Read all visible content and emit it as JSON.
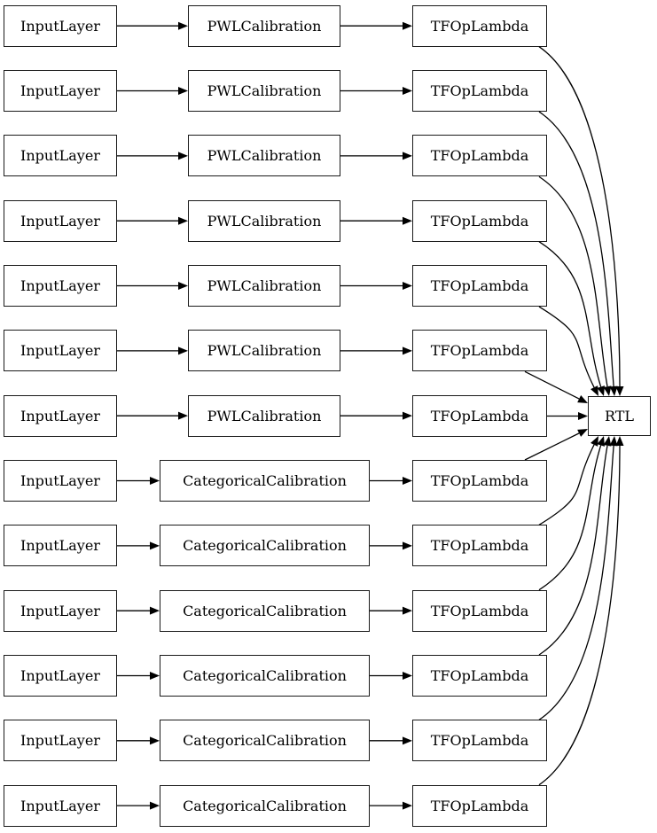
{
  "diagram": {
    "title": "model-graph",
    "colors": {
      "background": "#ffffff",
      "node_fill": "#ffffff",
      "node_border": "#1a1a1a",
      "edge_stroke": "#000000",
      "text": "#000000"
    },
    "nodes": [
      {
        "id": "input-1",
        "label": "InputLayer",
        "col": "input",
        "row": 1
      },
      {
        "id": "pwl-1",
        "label": "PWLCalibration",
        "col": "pwl",
        "row": 1
      },
      {
        "id": "lambda-1",
        "label": "TFOpLambda",
        "col": "lambda",
        "row": 1
      },
      {
        "id": "input-2",
        "label": "InputLayer",
        "col": "input",
        "row": 2
      },
      {
        "id": "pwl-2",
        "label": "PWLCalibration",
        "col": "pwl",
        "row": 2
      },
      {
        "id": "lambda-2",
        "label": "TFOpLambda",
        "col": "lambda",
        "row": 2
      },
      {
        "id": "input-3",
        "label": "InputLayer",
        "col": "input",
        "row": 3
      },
      {
        "id": "pwl-3",
        "label": "PWLCalibration",
        "col": "pwl",
        "row": 3
      },
      {
        "id": "lambda-3",
        "label": "TFOpLambda",
        "col": "lambda",
        "row": 3
      },
      {
        "id": "input-4",
        "label": "InputLayer",
        "col": "input",
        "row": 4
      },
      {
        "id": "pwl-4",
        "label": "PWLCalibration",
        "col": "pwl",
        "row": 4
      },
      {
        "id": "lambda-4",
        "label": "TFOpLambda",
        "col": "lambda",
        "row": 4
      },
      {
        "id": "input-5",
        "label": "InputLayer",
        "col": "input",
        "row": 5
      },
      {
        "id": "pwl-5",
        "label": "PWLCalibration",
        "col": "pwl",
        "row": 5
      },
      {
        "id": "lambda-5",
        "label": "TFOpLambda",
        "col": "lambda",
        "row": 5
      },
      {
        "id": "input-6",
        "label": "InputLayer",
        "col": "input",
        "row": 6
      },
      {
        "id": "pwl-6",
        "label": "PWLCalibration",
        "col": "pwl",
        "row": 6
      },
      {
        "id": "lambda-6",
        "label": "TFOpLambda",
        "col": "lambda",
        "row": 6
      },
      {
        "id": "input-7",
        "label": "InputLayer",
        "col": "input",
        "row": 7
      },
      {
        "id": "pwl-7",
        "label": "PWLCalibration",
        "col": "pwl",
        "row": 7
      },
      {
        "id": "lambda-7",
        "label": "TFOpLambda",
        "col": "lambda",
        "row": 7
      },
      {
        "id": "input-8",
        "label": "InputLayer",
        "col": "input",
        "row": 8
      },
      {
        "id": "cat-8",
        "label": "CategoricalCalibration",
        "col": "cat",
        "row": 8
      },
      {
        "id": "lambda-8",
        "label": "TFOpLambda",
        "col": "lambda",
        "row": 8
      },
      {
        "id": "input-9",
        "label": "InputLayer",
        "col": "input",
        "row": 9
      },
      {
        "id": "cat-9",
        "label": "CategoricalCalibration",
        "col": "cat",
        "row": 9
      },
      {
        "id": "lambda-9",
        "label": "TFOpLambda",
        "col": "lambda",
        "row": 9
      },
      {
        "id": "input-10",
        "label": "InputLayer",
        "col": "input",
        "row": 10
      },
      {
        "id": "cat-10",
        "label": "CategoricalCalibration",
        "col": "cat",
        "row": 10
      },
      {
        "id": "lambda-10",
        "label": "TFOpLambda",
        "col": "lambda",
        "row": 10
      },
      {
        "id": "input-11",
        "label": "InputLayer",
        "col": "input",
        "row": 11
      },
      {
        "id": "cat-11",
        "label": "CategoricalCalibration",
        "col": "cat",
        "row": 11
      },
      {
        "id": "lambda-11",
        "label": "TFOpLambda",
        "col": "lambda",
        "row": 11
      },
      {
        "id": "input-12",
        "label": "InputLayer",
        "col": "input",
        "row": 12
      },
      {
        "id": "cat-12",
        "label": "CategoricalCalibration",
        "col": "cat",
        "row": 12
      },
      {
        "id": "lambda-12",
        "label": "TFOpLambda",
        "col": "lambda",
        "row": 12
      },
      {
        "id": "input-13",
        "label": "InputLayer",
        "col": "input",
        "row": 13
      },
      {
        "id": "cat-13",
        "label": "CategoricalCalibration",
        "col": "cat",
        "row": 13
      },
      {
        "id": "lambda-13",
        "label": "TFOpLambda",
        "col": "lambda",
        "row": 13
      },
      {
        "id": "rtl",
        "label": "RTL",
        "col": "rtl",
        "row": 7
      }
    ],
    "edges": [
      {
        "from": "input-1",
        "to": "pwl-1"
      },
      {
        "from": "pwl-1",
        "to": "lambda-1"
      },
      {
        "from": "lambda-1",
        "to": "rtl"
      },
      {
        "from": "input-2",
        "to": "pwl-2"
      },
      {
        "from": "pwl-2",
        "to": "lambda-2"
      },
      {
        "from": "lambda-2",
        "to": "rtl"
      },
      {
        "from": "input-3",
        "to": "pwl-3"
      },
      {
        "from": "pwl-3",
        "to": "lambda-3"
      },
      {
        "from": "lambda-3",
        "to": "rtl"
      },
      {
        "from": "input-4",
        "to": "pwl-4"
      },
      {
        "from": "pwl-4",
        "to": "lambda-4"
      },
      {
        "from": "lambda-4",
        "to": "rtl"
      },
      {
        "from": "input-5",
        "to": "pwl-5"
      },
      {
        "from": "pwl-5",
        "to": "lambda-5"
      },
      {
        "from": "lambda-5",
        "to": "rtl"
      },
      {
        "from": "input-6",
        "to": "pwl-6"
      },
      {
        "from": "pwl-6",
        "to": "lambda-6"
      },
      {
        "from": "lambda-6",
        "to": "rtl"
      },
      {
        "from": "input-7",
        "to": "pwl-7"
      },
      {
        "from": "pwl-7",
        "to": "lambda-7"
      },
      {
        "from": "lambda-7",
        "to": "rtl"
      },
      {
        "from": "input-8",
        "to": "cat-8"
      },
      {
        "from": "cat-8",
        "to": "lambda-8"
      },
      {
        "from": "lambda-8",
        "to": "rtl"
      },
      {
        "from": "input-9",
        "to": "cat-9"
      },
      {
        "from": "cat-9",
        "to": "lambda-9"
      },
      {
        "from": "lambda-9",
        "to": "rtl"
      },
      {
        "from": "input-10",
        "to": "cat-10"
      },
      {
        "from": "cat-10",
        "to": "lambda-10"
      },
      {
        "from": "lambda-10",
        "to": "rtl"
      },
      {
        "from": "input-11",
        "to": "cat-11"
      },
      {
        "from": "cat-11",
        "to": "lambda-11"
      },
      {
        "from": "lambda-11",
        "to": "rtl"
      },
      {
        "from": "input-12",
        "to": "cat-12"
      },
      {
        "from": "cat-12",
        "to": "lambda-12"
      },
      {
        "from": "lambda-12",
        "to": "rtl"
      },
      {
        "from": "input-13",
        "to": "cat-13"
      },
      {
        "from": "cat-13",
        "to": "lambda-13"
      },
      {
        "from": "lambda-13",
        "to": "rtl"
      }
    ]
  }
}
